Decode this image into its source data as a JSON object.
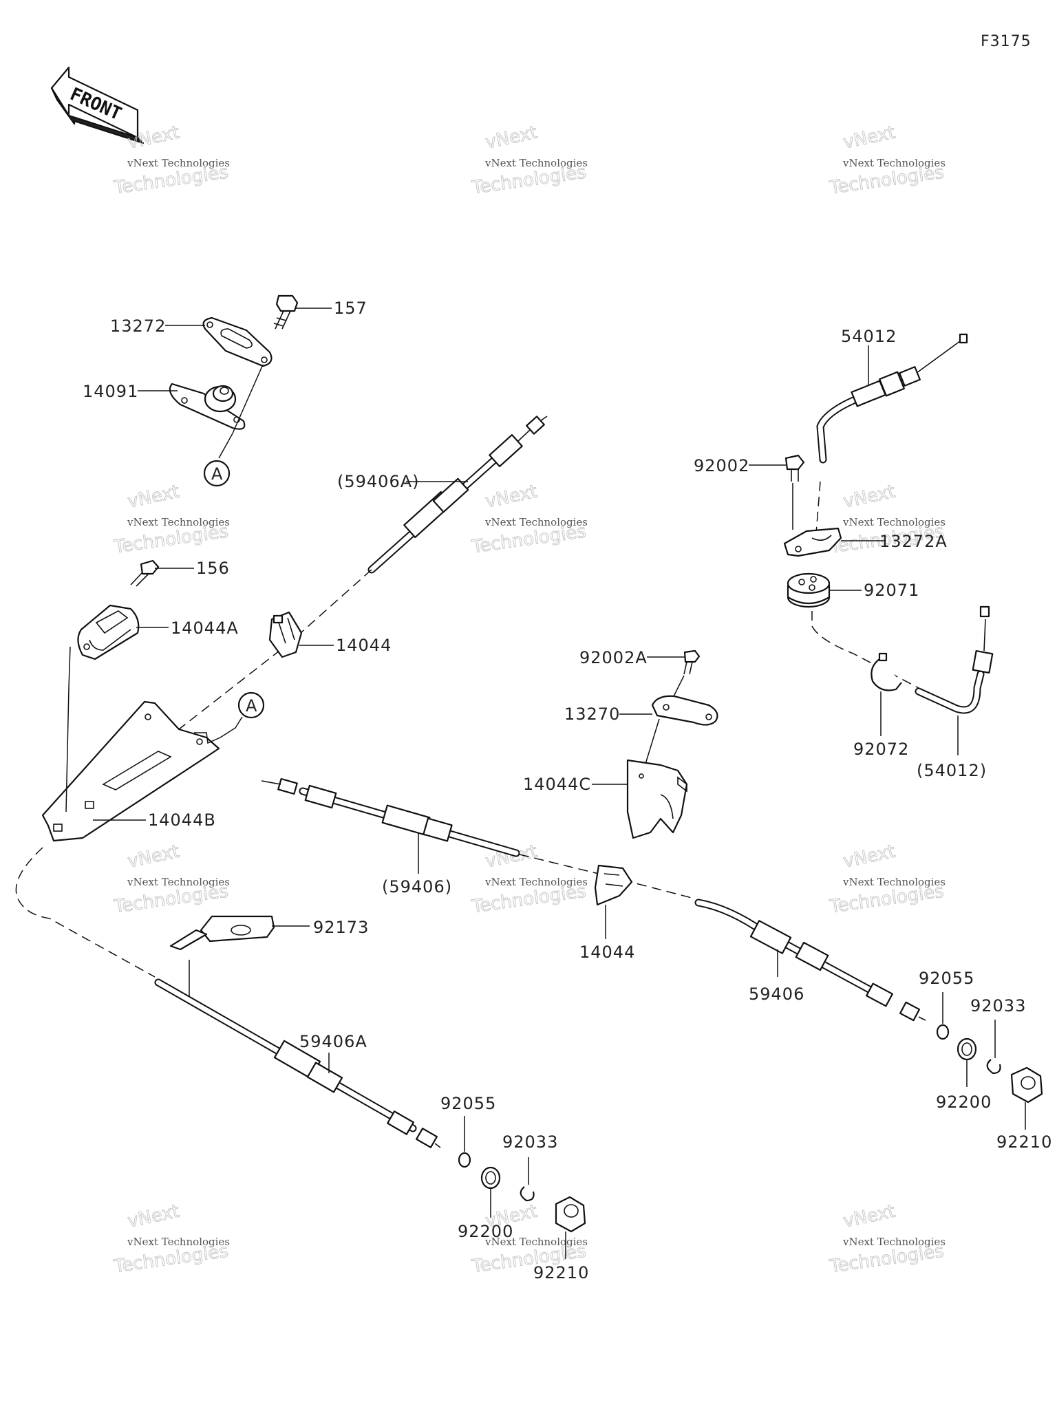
{
  "figure_code": "F3175",
  "front_label": "FRONT",
  "watermark": {
    "line1": "vNext",
    "line2": "vNext Technologies",
    "line3": "Technologies"
  },
  "ref_mark": "A",
  "callouts": {
    "c157": "157",
    "c13272": "13272",
    "c14091": "14091",
    "c59406A_paren": "(59406A)",
    "c156": "156",
    "c14044A": "14044A",
    "c14044_top": "14044",
    "c14044B": "14044B",
    "c59406_paren": "(59406)",
    "c92173": "92173",
    "c59406A": "59406A",
    "c92055_left": "92055",
    "c92033_left": "92033",
    "c92200_left": "92200",
    "c92210_left": "92210",
    "c54012": "54012",
    "c92002": "92002",
    "c13272A": "13272A",
    "c92071": "92071",
    "c92072": "92072",
    "c54012_paren": "(54012)",
    "c92002A": "92002A",
    "c13270": "13270",
    "c14044C": "14044C",
    "c14044_mid": "14044",
    "c59406": "59406",
    "c92055_right": "92055",
    "c92033_right": "92033",
    "c92200_right": "92200",
    "c92210_right": "92210"
  }
}
